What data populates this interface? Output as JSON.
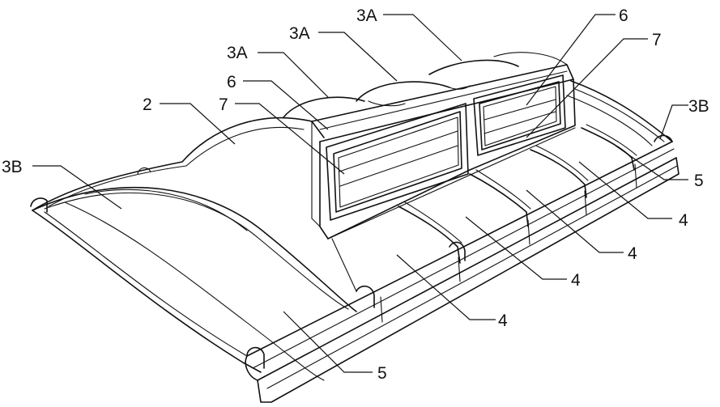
{
  "figure": {
    "labels": {
      "l_2": "2",
      "l_3a_a": "3A",
      "l_3a_b": "3A",
      "l_3a_c": "3A",
      "l_3b_left": "3B",
      "l_3b_right": "3B",
      "l_4_a": "4",
      "l_4_b": "4",
      "l_4_c": "4",
      "l_4_d": "4",
      "l_5_front": "5",
      "l_5_right": "5",
      "l_6_left": "6",
      "l_6_right": "6",
      "l_7_left": "7",
      "l_7_right": "7"
    }
  }
}
